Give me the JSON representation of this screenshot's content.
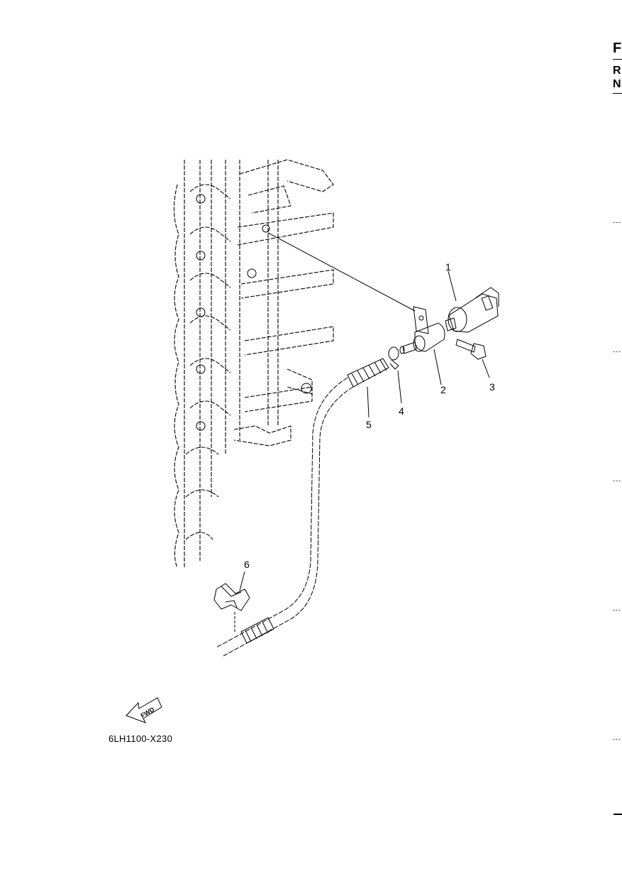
{
  "header": {
    "letter_main": "F",
    "letter_r": "R",
    "letter_n": "N"
  },
  "edge_ticks": [
    "---",
    "---",
    "---",
    "---",
    "---"
  ],
  "callouts": [
    "1",
    "2",
    "3",
    "4",
    "5",
    "6"
  ],
  "fwd_label": "FWD",
  "diagram_code": "6LH1100-X230"
}
